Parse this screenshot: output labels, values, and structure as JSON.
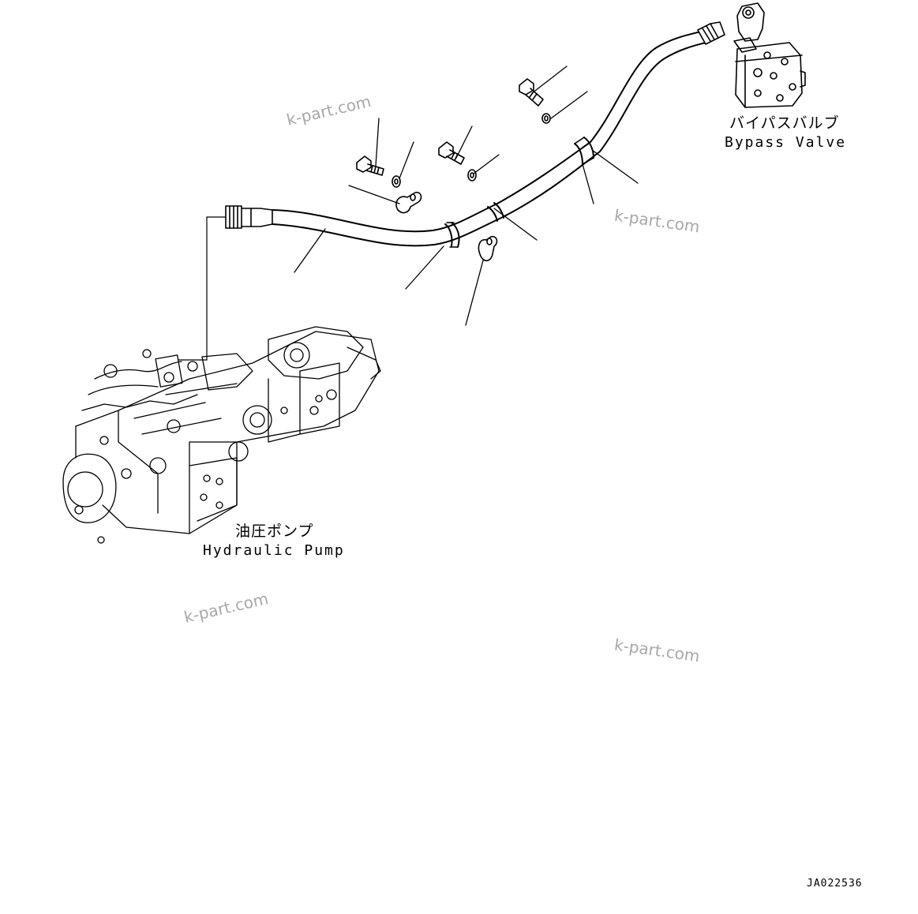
{
  "labels": {
    "bypass_valve_jp": "バイパスバルブ",
    "bypass_valve_en": "Bypass Valve",
    "hydraulic_pump_jp": "油圧ポンプ",
    "hydraulic_pump_en": "Hydraulic Pump"
  },
  "watermark": "k-part.com",
  "drawing_code": "JA022536"
}
